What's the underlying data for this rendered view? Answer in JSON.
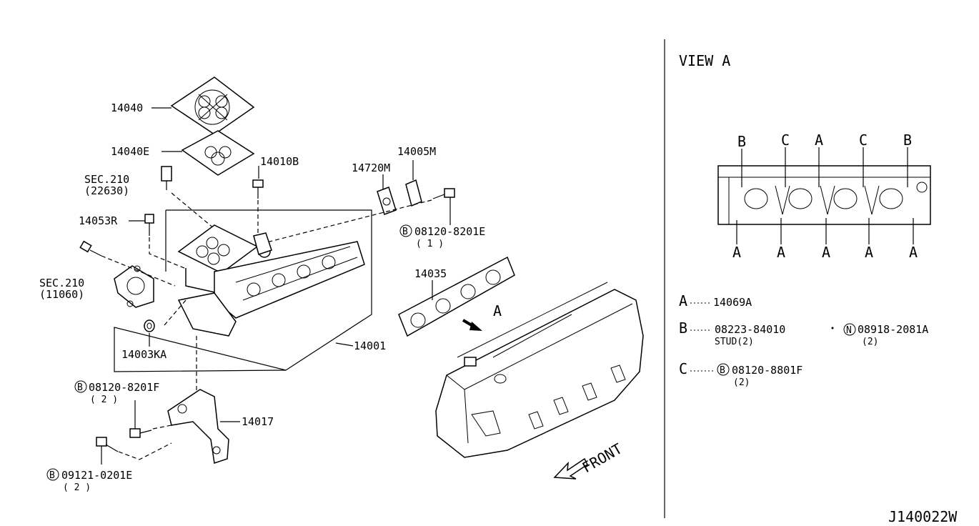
{
  "callouts": {
    "p14040": "14040",
    "p14040E": "14040E",
    "p14010B": "14010B",
    "p14005M": "14005M",
    "p14720M": "14720M",
    "sec210a": "SEC.210",
    "sec210a_ref": "(22630)",
    "p14053R": "14053R",
    "bolt1": "08120-8201E",
    "bolt1_qty": "( 1 )",
    "sec210b": "SEC.210",
    "sec210b_ref": "(11060)",
    "p14035": "14035",
    "viewref": "A",
    "p14003KA": "14003KA",
    "p14001": "14001",
    "bolt2": "08120-8201F",
    "bolt2_qty": "( 2 )",
    "p14017": "14017",
    "bolt3": "09121-0201E",
    "bolt3_qty": "( 2 )",
    "front": "FRONT"
  },
  "view_a": {
    "title": "VIEW A",
    "top_labels": [
      "B",
      "C",
      "A",
      "C",
      "B"
    ],
    "bottom_labels": [
      "A",
      "A",
      "A",
      "A",
      "A"
    ],
    "legend": {
      "a_key": "A",
      "a_val": "14069A",
      "b_key": "B",
      "b_val": "08223-84010",
      "b_sub": "STUD(2)",
      "b_alt": "08918-2081A",
      "b_alt_qty": "(2)",
      "c_key": "C",
      "c_val": "08120-8801F",
      "c_qty": "(2)"
    }
  },
  "circle_marks": {
    "bolt": "B",
    "nut": "N"
  },
  "diagram_id": "J140022W"
}
